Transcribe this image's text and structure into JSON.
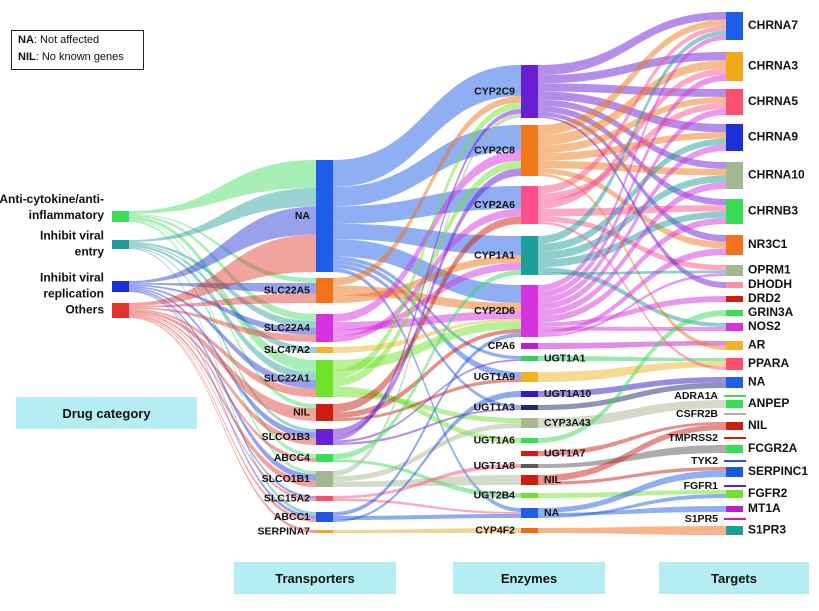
{
  "legend": {
    "na_key": "NA",
    "na_text": ": Not affected",
    "nil_key": "NIL",
    "nil_text": ": No known genes"
  },
  "headers": {
    "drug_category": "Drug category",
    "transporters": "Transporters",
    "enzymes": "Enzymes",
    "targets": "Targets"
  },
  "categories": [
    {
      "id": "c1",
      "lines": [
        "Anti-cytokine/anti-",
        "inflammatory"
      ],
      "color": "#3ddc5a"
    },
    {
      "id": "c2",
      "lines": [
        "Inhibit viral",
        "entry"
      ],
      "color": "#20999a"
    },
    {
      "id": "c3",
      "lines": [
        "Inhibit viral",
        "replication"
      ],
      "color": "#1c2fd6"
    },
    {
      "id": "c4",
      "lines": [
        "Others"
      ],
      "color": "#e0342a"
    }
  ],
  "transporters": [
    {
      "id": "NA",
      "label": "NA",
      "color": "#1f5ee8"
    },
    {
      "id": "SLC22A5",
      "label": "SLC22A5",
      "color": "#f0721a"
    },
    {
      "id": "SLC22A4",
      "label": "SLC22A4",
      "color": "#d632e0"
    },
    {
      "id": "SLC47A2",
      "label": "SLC47A2",
      "color": "#f2b32b"
    },
    {
      "id": "SLC22A1",
      "label": "SLC22A1",
      "color": "#6fe22b"
    },
    {
      "id": "NIL",
      "label": "NIL",
      "color": "#cc1f12"
    },
    {
      "id": "SLCO1B3",
      "label": "SLCO1B3",
      "color": "#6a1ed6"
    },
    {
      "id": "ABCC4",
      "label": "ABCC4",
      "color": "#3adb55"
    },
    {
      "id": "SLCO1B1",
      "label": "SLCO1B1",
      "color": "#a3b890"
    },
    {
      "id": "SLC15A2",
      "label": "SLC15A2",
      "color": "#ff4f6f"
    },
    {
      "id": "ABCC1",
      "label": "ABCC1",
      "color": "#1f56e0"
    },
    {
      "id": "SERPINA7",
      "label": "SERPINA7",
      "color": "#e8a828"
    }
  ],
  "enzymes": [
    {
      "id": "CYP2C9",
      "label": "CYP2C9",
      "color": "#6a1ed6"
    },
    {
      "id": "CYP2C8",
      "label": "CYP2C8",
      "color": "#f07a1a"
    },
    {
      "id": "CYP2A6",
      "label": "CYP2A6",
      "color": "#ff4f8a"
    },
    {
      "id": "CYP1A1",
      "label": "CYP1A1",
      "color": "#1e9e9a"
    },
    {
      "id": "CYP2D6",
      "label": "CYP2D6",
      "color": "#d632e0"
    },
    {
      "id": "CPA6",
      "label": "CPA6",
      "color": "#c31ad0"
    },
    {
      "id": "UGT1A1",
      "label": "UGT1A1",
      "color": "#2fd455"
    },
    {
      "id": "UGT1A9",
      "label": "UGT1A9",
      "color": "#f2b322"
    },
    {
      "id": "UGT1A10",
      "label": "UGT1A10",
      "color": "#3218c8"
    },
    {
      "id": "UGT1A3",
      "label": "UGT1A3",
      "color": "#1e2a6e"
    },
    {
      "id": "CYP3A43",
      "label": "CYP3A43",
      "color": "#a7b891"
    },
    {
      "id": "UGT1A6",
      "label": "UGT1A6",
      "color": "#3adb55"
    },
    {
      "id": "UGT1A7",
      "label": "UGT1A7",
      "color": "#cc1f12"
    },
    {
      "id": "UGT1A8",
      "label": "UGT1A8",
      "color": "#5a5a5a"
    },
    {
      "id": "NIL",
      "label": "NIL",
      "color": "#cc1f12"
    },
    {
      "id": "UGT2B4",
      "label": "UGT2B4",
      "color": "#6fe22b"
    },
    {
      "id": "NA",
      "label": "NA",
      "color": "#1f5ee8"
    },
    {
      "id": "CYP4F2",
      "label": "CYP4F2",
      "color": "#f06a1a"
    }
  ],
  "targets": [
    {
      "id": "CHRNA7",
      "label": "CHRNA7",
      "color": "#1f5ee8"
    },
    {
      "id": "CHRNA3",
      "label": "CHRNA3",
      "color": "#f2a81a"
    },
    {
      "id": "CHRNA5",
      "label": "CHRNA5",
      "color": "#ff4f6f"
    },
    {
      "id": "CHRNA9",
      "label": "CHRNA9",
      "color": "#1c2fd6"
    },
    {
      "id": "CHRNA10",
      "label": "CHRNA10",
      "color": "#a3b890"
    },
    {
      "id": "CHRNB3",
      "label": "CHRNB3",
      "color": "#3adb55"
    },
    {
      "id": "NR3C1",
      "label": "NR3C1",
      "color": "#f0721a"
    },
    {
      "id": "OPRM1",
      "label": "OPRM1",
      "color": "#a3b890"
    },
    {
      "id": "DHODH",
      "label": "DHODH",
      "color": "#ff8fa8"
    },
    {
      "id": "DRD2",
      "label": "DRD2",
      "color": "#cc1f12"
    },
    {
      "id": "GRIN3A",
      "label": "GRIN3A",
      "color": "#3adb55"
    },
    {
      "id": "NOS2",
      "label": "NOS2",
      "color": "#d632e0"
    },
    {
      "id": "AR",
      "label": "AR",
      "color": "#f2b32b"
    },
    {
      "id": "PPARA",
      "label": "PPARA",
      "color": "#ff4f6f"
    },
    {
      "id": "NA",
      "label": "NA",
      "color": "#1f5ee8"
    },
    {
      "id": "ANPEP",
      "label": "ANPEP",
      "color": "#3adb55"
    },
    {
      "id": "NIL",
      "label": "NIL",
      "color": "#cc1f12"
    },
    {
      "id": "FCGR2A",
      "label": "FCGR2A",
      "color": "#3adb55"
    },
    {
      "id": "SERPINC1",
      "label": "SERPINC1",
      "color": "#1f56e0"
    },
    {
      "id": "FGFR2",
      "label": "FGFR2",
      "color": "#6fe22b"
    },
    {
      "id": "MT1A",
      "label": "MT1A",
      "color": "#c31ad0"
    },
    {
      "id": "S1PR3",
      "label": "S1PR3",
      "color": "#1e9e9a"
    }
  ],
  "target_sublabels": [
    {
      "id": "ADRA1A",
      "label": "ADRA1A",
      "color": "#3adb55"
    },
    {
      "id": "CSFR2B",
      "label": "CSFR2B",
      "color": "#a3b890"
    },
    {
      "id": "TMPRSS2",
      "label": "TMPRSS2",
      "color": "#cc1f12"
    },
    {
      "id": "TYK2",
      "label": "TYK2",
      "color": "#1f56e0"
    },
    {
      "id": "FGFR1",
      "label": "FGFR1",
      "color": "#6a1ed6"
    },
    {
      "id": "S1PR5",
      "label": "S1PR5",
      "color": "#c31ad0"
    }
  ]
}
